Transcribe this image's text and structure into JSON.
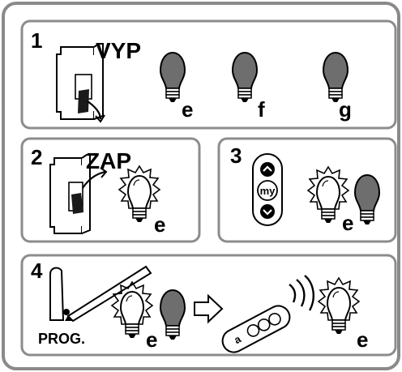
{
  "colors": {
    "frame": "#8a8a8a",
    "panel_border": "#8c8c8c",
    "ink": "#000000",
    "bulb_off": "#6e6e6e",
    "bulb_on": "#ffffff",
    "switch_body": "#ffffff"
  },
  "panels": [
    {
      "step": "1",
      "switch_label": "VYP",
      "switch_state": "off",
      "bulbs": [
        {
          "letter": "e",
          "state": "off"
        },
        {
          "letter": "f",
          "state": "off"
        },
        {
          "letter": "g",
          "state": "off"
        }
      ]
    },
    {
      "step": "2",
      "switch_label": "ZAP",
      "switch_state": "on",
      "bulbs": [
        {
          "letter": "e",
          "state": "on"
        }
      ]
    },
    {
      "step": "3",
      "remote_button_label": "my",
      "remote_icons": [
        "chevron-up-icon",
        "my-button",
        "chevron-down-icon"
      ],
      "bulbs": [
        {
          "letter": "e",
          "state": "on"
        },
        {
          "letter": "",
          "state": "off"
        }
      ]
    },
    {
      "step": "4",
      "prog_label": "PROG.",
      "bulbs_left": [
        {
          "letter": "e",
          "state": "on"
        },
        {
          "letter": "",
          "state": "off"
        }
      ],
      "arrow_icon": "arrow-right-icon",
      "remote_icons": [
        "handheld-remote-icon",
        "radio-waves-icon"
      ],
      "bulb_right": {
        "letter": "e",
        "state": "on"
      }
    }
  ]
}
